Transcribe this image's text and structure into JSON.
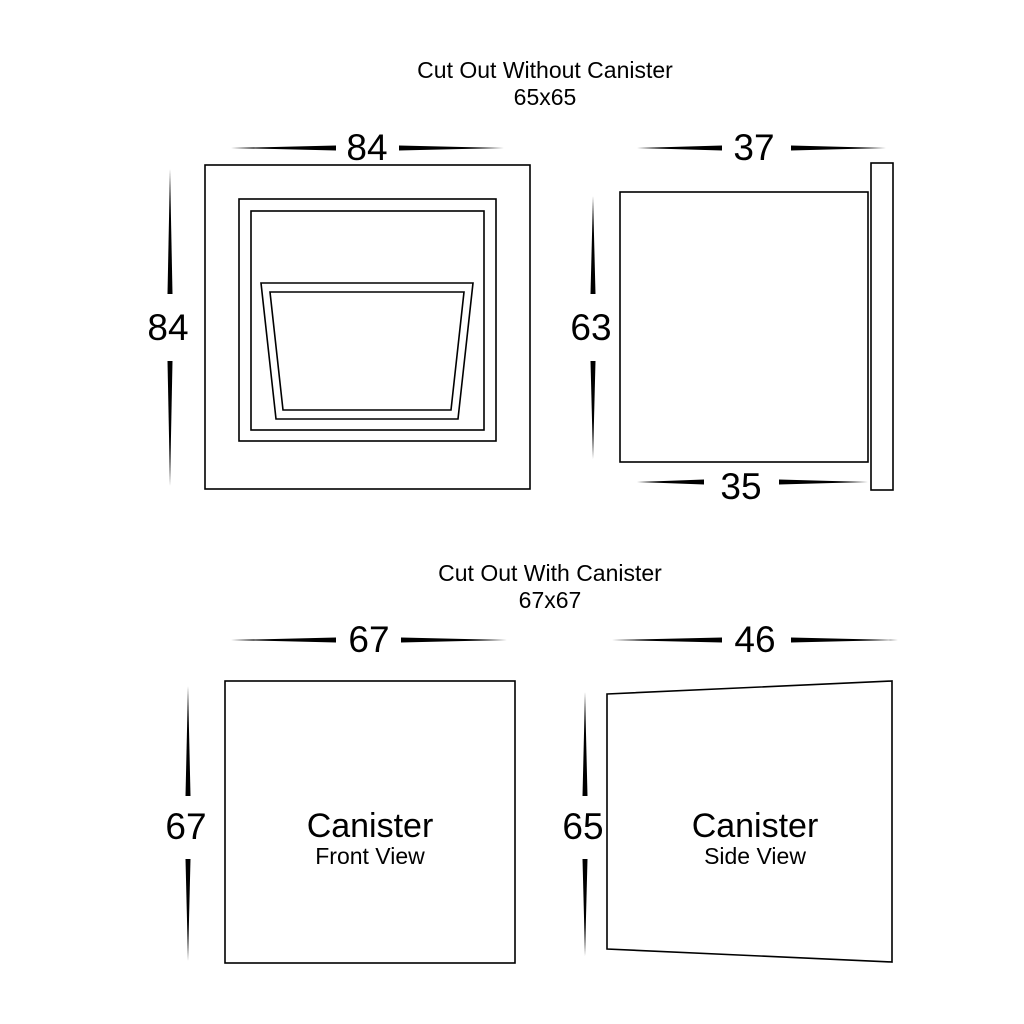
{
  "diagram": {
    "colors": {
      "line": "#000000",
      "background": "#ffffff",
      "text": "#000000"
    },
    "top_section": {
      "title": "Cut Out Without Canister",
      "subtitle": "65x65",
      "front_view": {
        "width": "84",
        "height": "84"
      },
      "side_view": {
        "top_width": "37",
        "height": "63",
        "bottom_width": "35"
      }
    },
    "bottom_section": {
      "title": "Cut Out With Canister",
      "subtitle": "67x67",
      "front_view": {
        "width": "67",
        "height": "67",
        "label": "Canister",
        "sublabel": "Front View"
      },
      "side_view": {
        "width": "46",
        "height": "65",
        "label": "Canister",
        "sublabel": "Side View"
      }
    }
  }
}
